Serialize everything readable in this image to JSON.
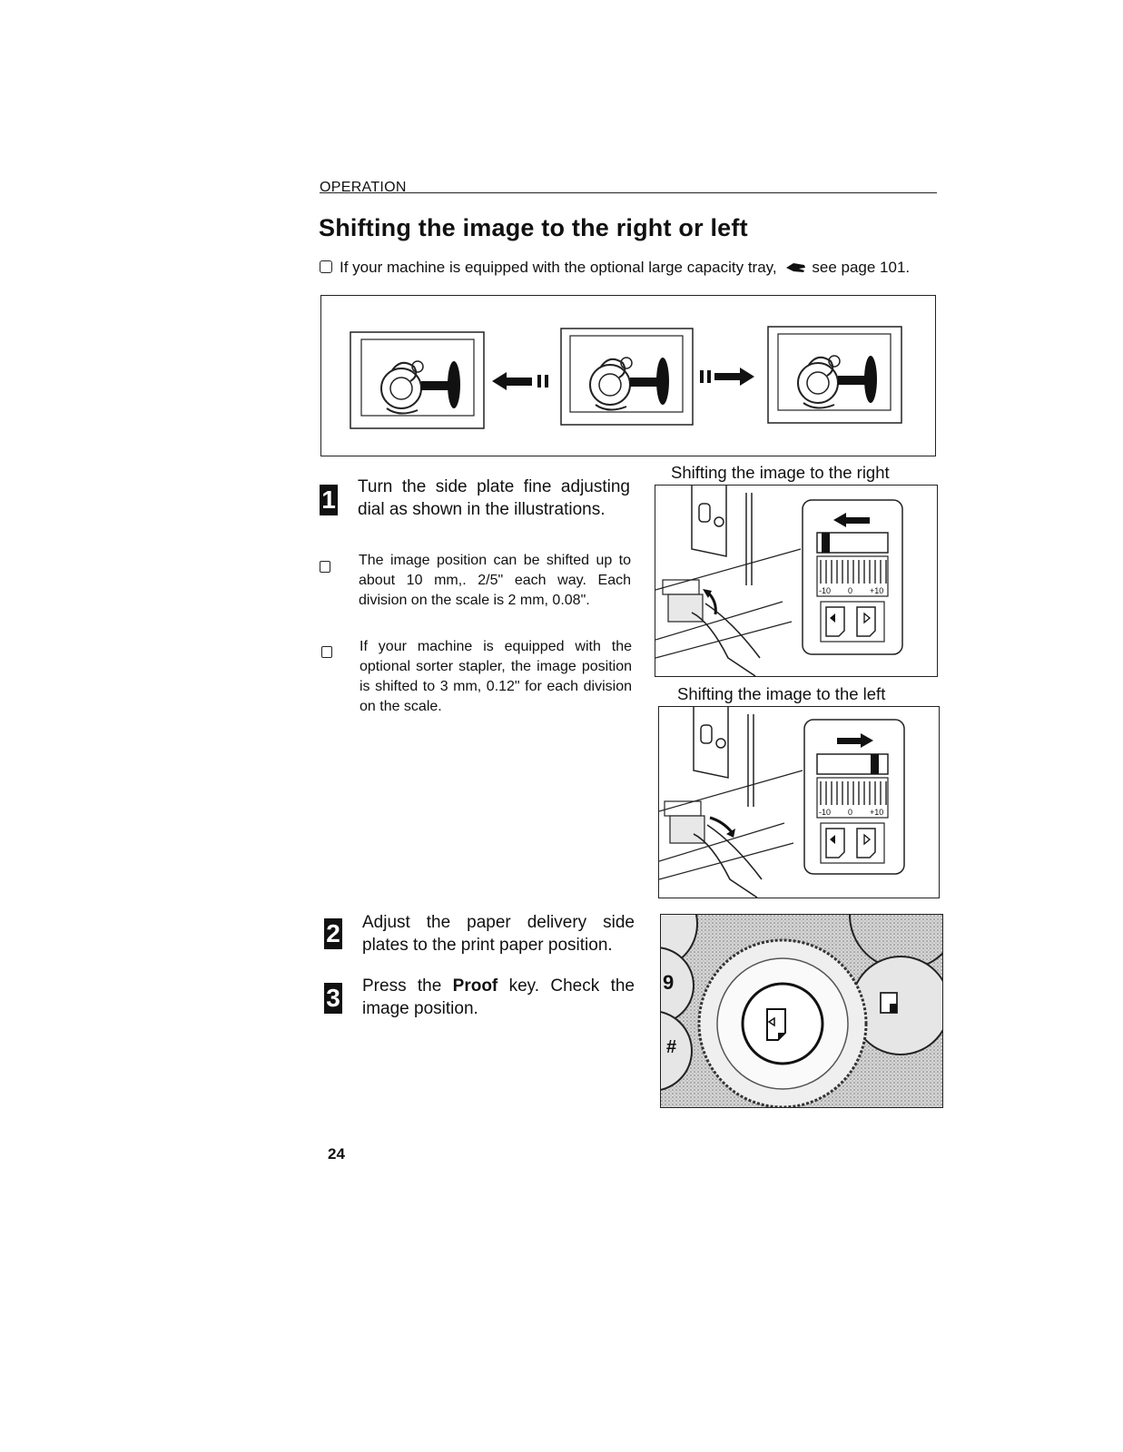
{
  "header": {
    "section": "OPERATION",
    "title": "Shifting the image to the right or left"
  },
  "intro_note": {
    "text_before": "If your machine is equipped with the optional large capacity tray,",
    "text_after": "see page 101."
  },
  "steps": [
    {
      "number": "1",
      "text": "Turn the side plate fine adjusting dial as shown in the illustrations."
    },
    {
      "number": "2",
      "text": "Adjust the paper delivery side plates to the print paper position."
    },
    {
      "number": "3",
      "text_before": "Press the ",
      "key": "Proof",
      "text_after": " key. Check the image position."
    }
  ],
  "notes": [
    "The image position can be shifted up to about 10 mm,. 2/5\" each way. Each division on the scale is 2 mm, 0.08\".",
    "If your machine is equipped with the optional sorter stapler, the image position is shifted to 3 mm, 0.12\" for each division on the scale."
  ],
  "figures": {
    "right_caption": "Shifting the image to the right",
    "left_caption": "Shifting the image to the left",
    "scale_left": "-10",
    "scale_mid": "0",
    "scale_right": "+10",
    "keypad_9": "9",
    "keypad_hash": "#"
  },
  "icons": [
    "pointing-hand-icon",
    "arrow-left-icon",
    "arrow-right-icon",
    "proof-key-icon"
  ],
  "footer": {
    "page_number": "24"
  }
}
